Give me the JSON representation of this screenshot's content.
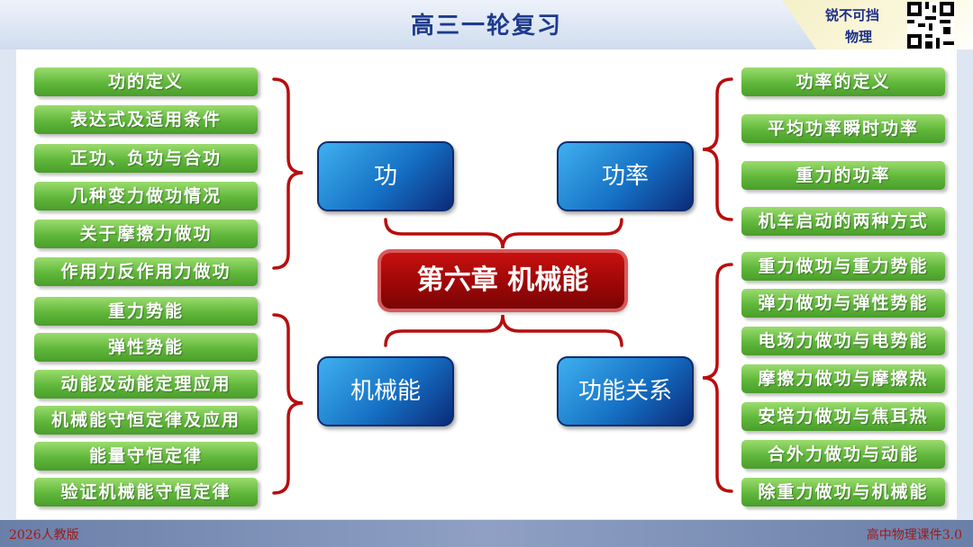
{
  "header": {
    "title": "高三一轮复习",
    "brand_line1": "锐不可挡",
    "brand_line2": "物理"
  },
  "footer": {
    "left": "2026人教版",
    "right": "高中物理课件3.0"
  },
  "center": {
    "label": "第六章 机械能"
  },
  "hubs": {
    "work": "功",
    "power": "功率",
    "energy": "机械能",
    "relation": "功能关系"
  },
  "work_items": [
    "功的定义",
    "表达式及适用条件",
    "正功、负功与合功",
    "几种变力做功情况",
    "关于摩擦力做功",
    "作用力反作用力做功"
  ],
  "energy_items": [
    "重力势能",
    "弹性势能",
    "动能及动能定理应用",
    "机械能守恒定律及应用",
    "能量守恒定律",
    "验证机械能守恒定律"
  ],
  "power_items": [
    "功率的定义",
    "平均功率瞬时功率",
    "重力的功率",
    "机车启动的两种方式"
  ],
  "relation_items": [
    "重力做功与重力势能",
    "弹力做功与弹性势能",
    "电场力做功与电势能",
    "摩擦力做功与摩擦热",
    "安培力做功与焦耳热",
    "合外力做功与动能",
    "除重力做功与机械能"
  ],
  "colors": {
    "accent_red": "#b80d0d",
    "hub_blue": "#1570c4",
    "leaf_green": "#5fb73a",
    "title_blue": "#1d3a8c"
  }
}
